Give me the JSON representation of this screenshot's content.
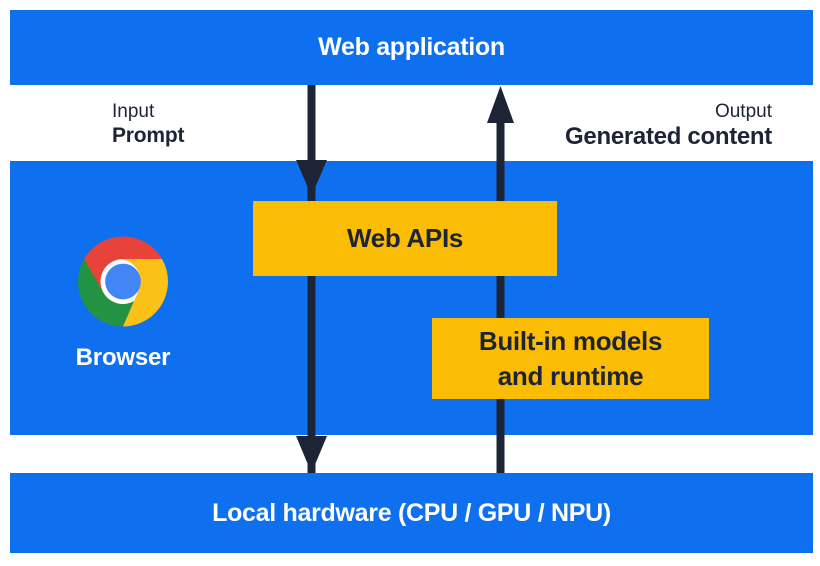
{
  "theme": {
    "panel_blue": "#0e70ee",
    "box_yellow": "#fbbc04",
    "arrow_color": "#1d2435",
    "dark_text": "#1d2435"
  },
  "layers": {
    "web_application": {
      "label": "Web application"
    },
    "browser": {
      "label": "Browser"
    },
    "local_hardware": {
      "label": "Local hardware (CPU / GPU / NPU)"
    }
  },
  "flow_labels": {
    "input": {
      "title": "Input",
      "value": "Prompt"
    },
    "output": {
      "title": "Output",
      "value": "Generated content"
    }
  },
  "boxes": {
    "web_apis": {
      "label": "Web APIs"
    },
    "builtin": {
      "lines": [
        "Built-in models",
        "and runtime"
      ]
    }
  },
  "icons": {
    "chrome": {
      "name": "chrome-browser-icon",
      "colors": {
        "red": "#e8433a",
        "green": "#229342",
        "yellow": "#fbc116",
        "blue": "#4285f4",
        "ring": "#ffffff"
      }
    }
  }
}
